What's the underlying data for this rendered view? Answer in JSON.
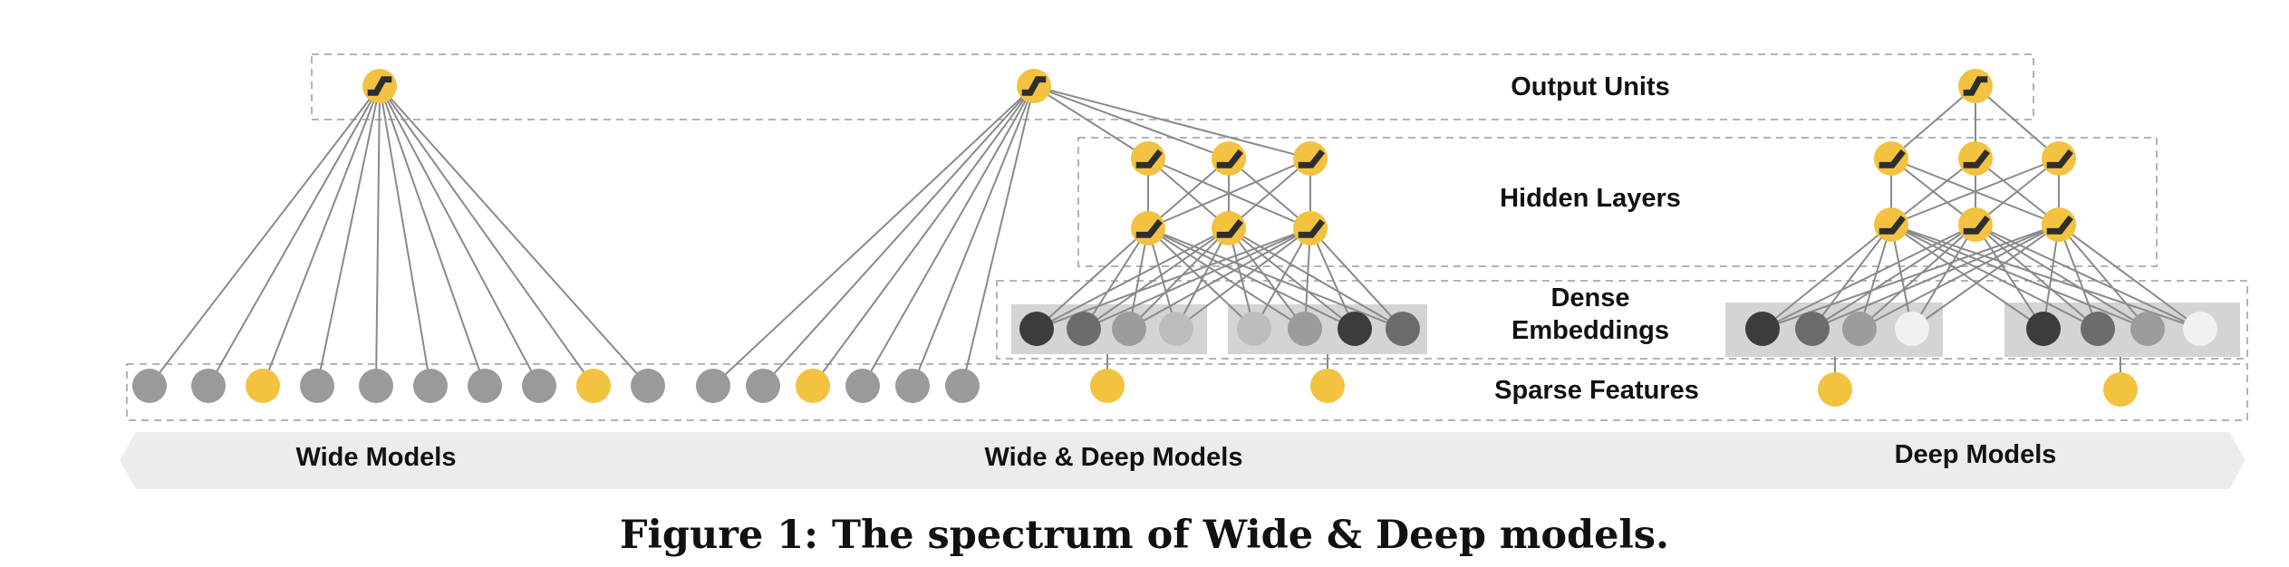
{
  "figure": {
    "caption": "Figure 1: The spectrum of Wide & Deep models.",
    "layer_labels": {
      "output_units": "Output Units",
      "hidden_layers": "Hidden Layers",
      "dense_line1": "Dense",
      "dense_line2": "Embeddings",
      "sparse_features": "Sparse Features"
    },
    "model_labels": {
      "wide": "Wide Models",
      "wide_deep": "Wide & Deep Models",
      "deep": "Deep Models"
    },
    "colors": {
      "unit_yellow": "#f2c240",
      "sparse_gray": "#9a9a9a",
      "emb_dark": "#3c3c3c",
      "emb_mid": "#6c6c6c",
      "emb_light": "#9c9c9c",
      "emb_lighter": "#bdbdbd",
      "emb_white": "#f0f0f0",
      "line": "#8a8a8a",
      "band": "#ececec",
      "emb_bg": "#d4d4d4"
    },
    "icons": [
      "sigmoid-icon",
      "relu-icon"
    ]
  }
}
